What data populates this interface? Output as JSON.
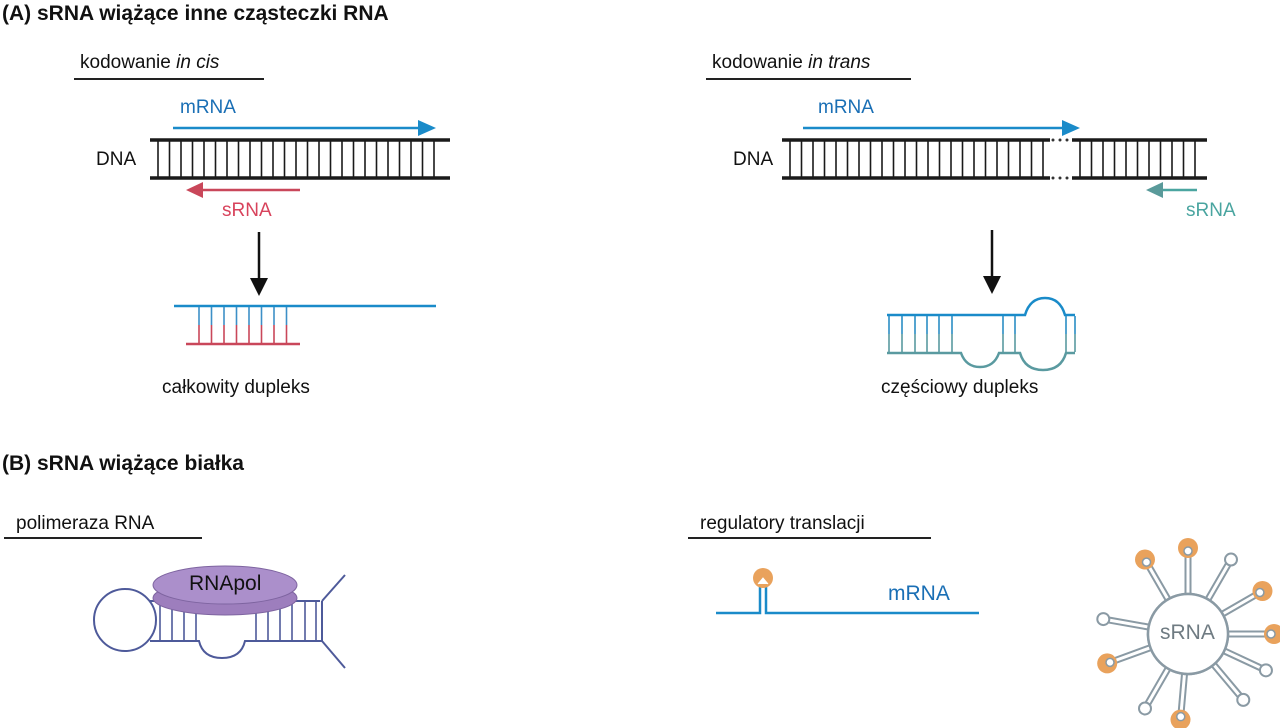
{
  "sectionA": {
    "title": "(A) sRNA wiążące inne cząsteczki RNA",
    "cis": {
      "heading_main": "kodowanie ",
      "heading_italic": "in cis",
      "mrna_label": "mRNA",
      "dna_label": "DNA",
      "srna_label": "sRNA",
      "result_label": "całkowity dupleks"
    },
    "trans": {
      "heading_main": "kodowanie ",
      "heading_italic": "in trans",
      "mrna_label": "mRNA",
      "dna_label": "DNA",
      "srna_label": "sRNA",
      "result_label": "częściowy dupleks"
    }
  },
  "sectionB": {
    "title": "(B) sRNA wiążące białka",
    "polymerase": {
      "heading": "polimeraza RNA",
      "protein_label": "RNApol"
    },
    "translation": {
      "heading": "regulatory translacji",
      "mrna_label": "mRNA",
      "srna_label": "sRNA"
    }
  },
  "colors": {
    "mrna_blue": "#1a7fc1",
    "srna_red": "#c9475a",
    "srna_teal": "#4aa5a0",
    "dna_black": "#1a1a1a",
    "rnapol_purple": "#a98bc7",
    "protein_orange": "#e9a25c",
    "srna_gray": "#8a9aa4",
    "stem_purple": "#4e5a9a"
  }
}
